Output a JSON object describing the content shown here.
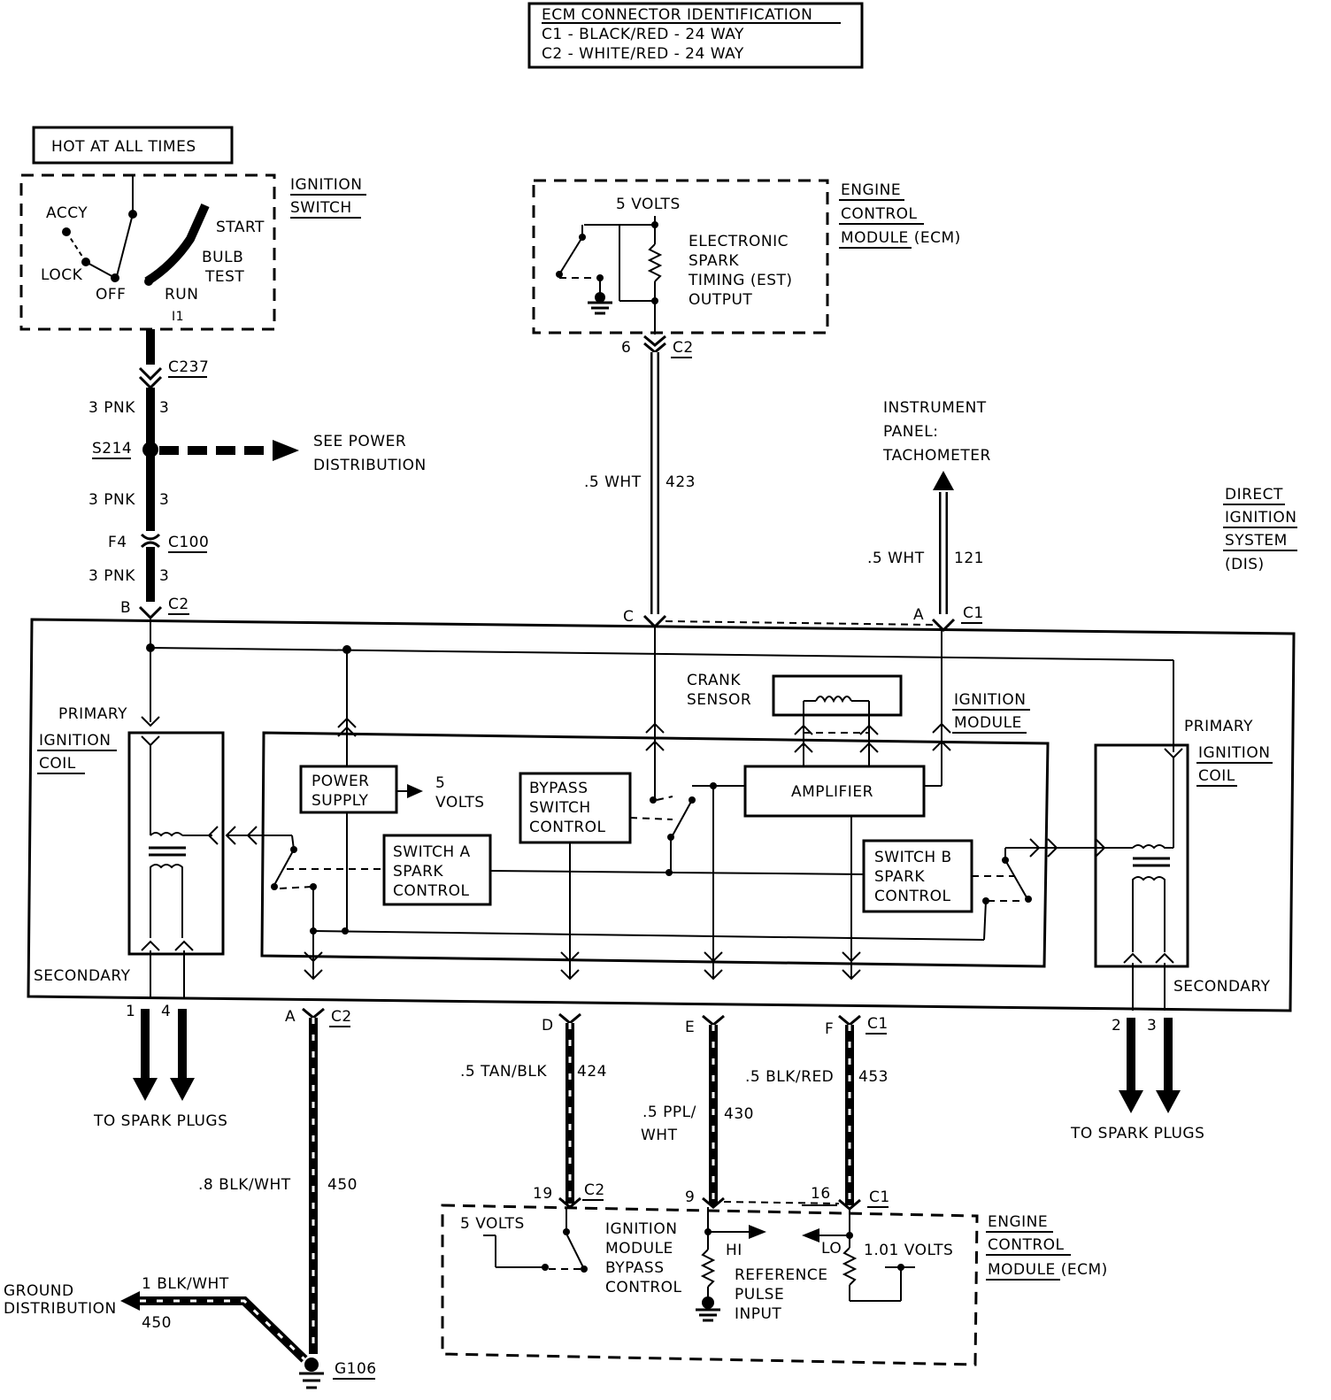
{
  "ecm_connector_id": {
    "title": "ECM CONNECTOR IDENTIFICATION",
    "line1": "C1 - BLACK/RED - 24 WAY",
    "line2": "C2 - WHITE/RED - 24 WAY"
  },
  "hot_at_all_times": "HOT AT ALL TIMES",
  "ignition_switch": {
    "title1": "IGNITION",
    "title2": "SWITCH",
    "accy": "ACCY",
    "lock": "LOCK",
    "off": "OFF",
    "run": "RUN",
    "start": "START",
    "bulb": "BULB",
    "test": "TEST",
    "terminal": "I1"
  },
  "c237": "C237",
  "wire_3pnk": "3 PNK",
  "circuit_3": "3",
  "s214": "S214",
  "see_power_1": "SEE POWER",
  "see_power_2": "DISTRIBUTION",
  "f4": "F4",
  "c100": "C100",
  "pin_b": "B",
  "c2": "C2",
  "c1": "C1",
  "ecm_top": {
    "five_volts": "5 VOLTS",
    "est1": "ELECTRONIC",
    "est2": "SPARK",
    "est3": "TIMING (EST)",
    "est4": "OUTPUT",
    "title1": "ENGINE",
    "title2": "CONTROL",
    "title3": "MODULE (ECM)",
    "pin6": "6"
  },
  "wire_5wht": ".5 WHT",
  "circuit_423": "423",
  "circuit_121": "121",
  "tach1": "INSTRUMENT",
  "tach2": "PANEL:",
  "tach3": "TACHOMETER",
  "dis1": "DIRECT",
  "dis2": "IGNITION",
  "dis3": "SYSTEM",
  "dis4": "(DIS)",
  "pin_c": "C",
  "pin_a": "A",
  "crank1": "CRANK",
  "crank2": "SENSOR",
  "ign_mod1": "IGNITION",
  "ign_mod2": "MODULE",
  "primary": "PRIMARY",
  "coil1": "IGNITION",
  "coil2": "COIL",
  "secondary": "SECONDARY",
  "power_supply1": "POWER",
  "power_supply2": "SUPPLY",
  "ps_out1": "5",
  "ps_out2": "VOLTS",
  "bypass1": "BYPASS",
  "bypass2": "SWITCH",
  "bypass3": "CONTROL",
  "amplifier": "AMPLIFIER",
  "switch_a1": "SWITCH A",
  "switch_a2": "SPARK",
  "switch_a3": "CONTROL",
  "switch_b1": "SWITCH B",
  "switch_b2": "SPARK",
  "switch_b3": "CONTROL",
  "pin1": "1",
  "pin4": "4",
  "pin2": "2",
  "pin3": "3",
  "to_spark": "TO SPARK PLUGS",
  "pin_d": "D",
  "pin_e": "E",
  "pin_f": "F",
  "wire_tanblk": ".5 TAN/BLK",
  "circuit_424": "424",
  "wire_ppl1": ".5 PPL/",
  "wire_ppl2": "WHT",
  "circuit_430": "430",
  "wire_blkred": ".5 BLK/RED",
  "circuit_453": "453",
  "wire_8blkwht": ".8 BLK/WHT",
  "circuit_450": "450",
  "ground1": "GROUND",
  "ground2": "DISTRIBUTION",
  "wire_1blkwht": "1 BLK/WHT",
  "g106": "G106",
  "pin19": "19",
  "pin9": "9",
  "pin16": "16",
  "ecm_bot": {
    "five_volts": "5 VOLTS",
    "bypass1": "IGNITION",
    "bypass2": "MODULE",
    "bypass3": "BYPASS",
    "bypass4": "CONTROL",
    "hi": "HI",
    "lo": "LO",
    "ref1": "REFERENCE",
    "ref2": "PULSE",
    "ref3": "INPUT",
    "volts": "1.01 VOLTS",
    "title1": "ENGINE",
    "title2": "CONTROL",
    "title3": "MODULE (ECM)"
  }
}
